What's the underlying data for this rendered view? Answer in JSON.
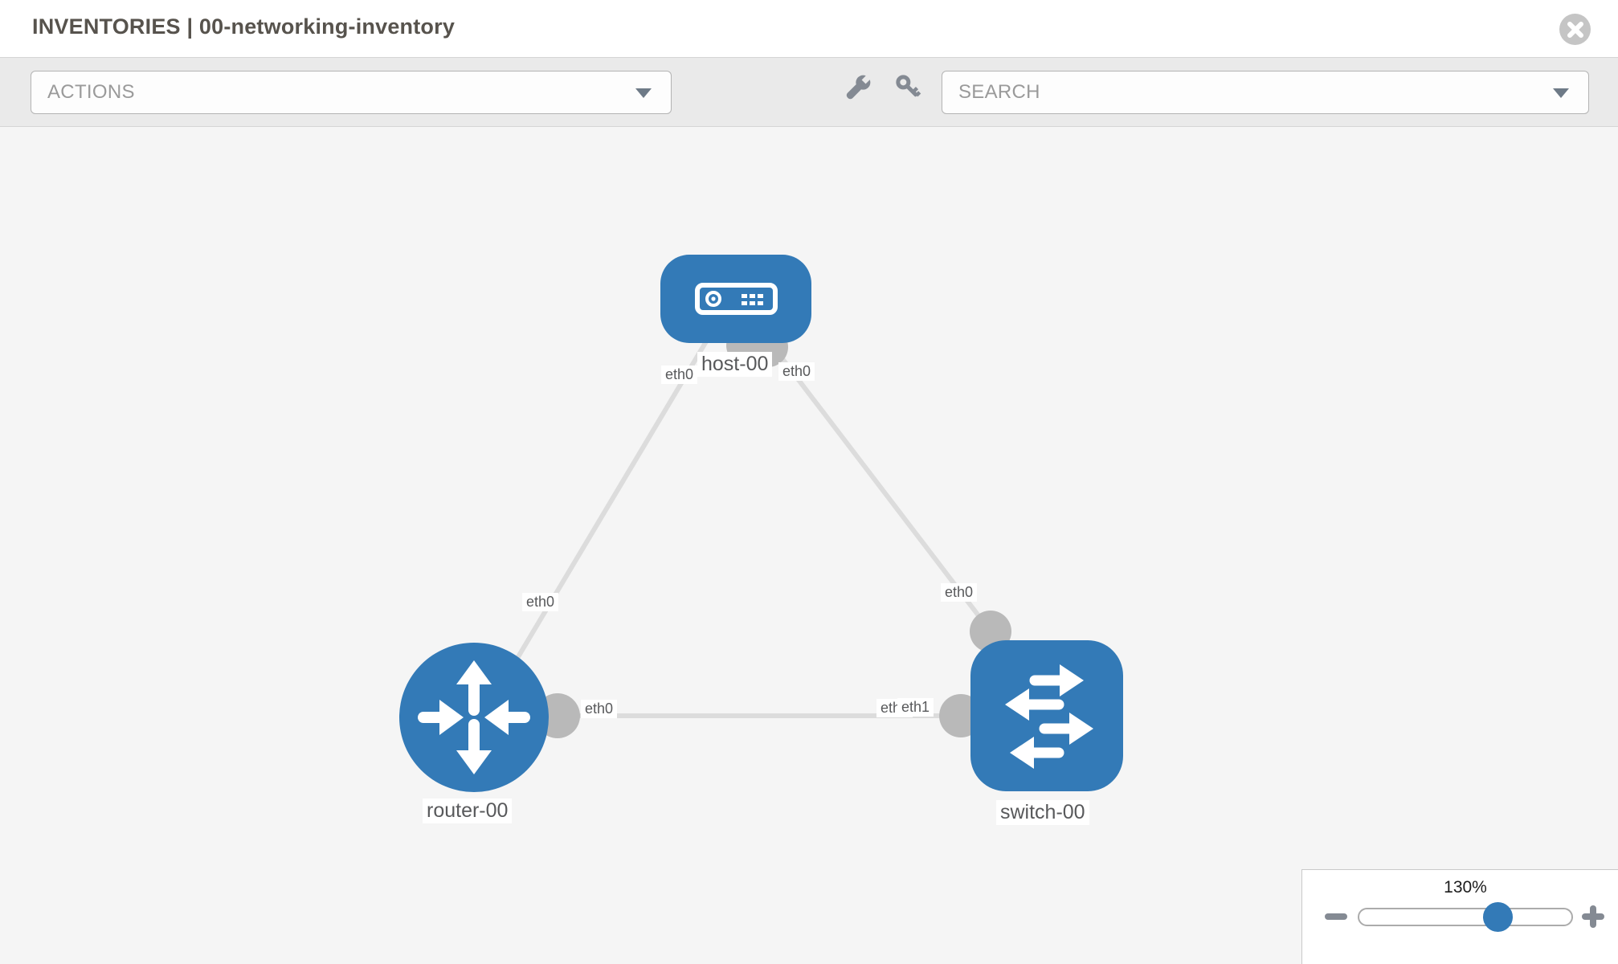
{
  "header": {
    "title": "INVENTORIES | 00-networking-inventory"
  },
  "toolbar": {
    "actions_dropdown": {
      "value": "ACTIONS"
    },
    "search_dropdown": {
      "placeholder": "SEARCH"
    },
    "icons": [
      "wrench-icon",
      "key-icon"
    ]
  },
  "topology": {
    "nodes": [
      {
        "label": "host-00",
        "type": "host"
      },
      {
        "label": "router-00",
        "type": "router"
      },
      {
        "label": "switch-00",
        "type": "switch"
      }
    ],
    "links": [
      {
        "from": "host-00",
        "from_interface": "eth0",
        "to": "router-00",
        "to_interface": "eth0"
      },
      {
        "from": "host-00",
        "from_interface": "eth0",
        "to": "switch-00",
        "to_interface": "eth0"
      },
      {
        "from": "router-00",
        "from_interface": "eth0",
        "to": "switch-00",
        "to_interface": "eth1"
      }
    ],
    "labels": {
      "host": "host-00",
      "router": "router-00",
      "switch": "switch-00",
      "host_if_left": "eth0",
      "host_if_right": "eth0",
      "router_if_top": "eth0",
      "router_if_mid": "eth0",
      "switch_if_top": "eth0",
      "switch_if_mid_under": "eth0",
      "switch_if_mid_over": "eth1"
    }
  },
  "zoom_control": {
    "level": "130%",
    "minus_icon": "minus-icon",
    "plus_icon": "plus-icon"
  },
  "colors": {
    "node_blue": "#337ab7",
    "interface_gray": "#b9b9b9",
    "link_gray": "#dcdcdc",
    "toolbar_bg": "#eaeaea",
    "canvas_bg": "#f5f5f5",
    "title_text": "#57534d"
  }
}
